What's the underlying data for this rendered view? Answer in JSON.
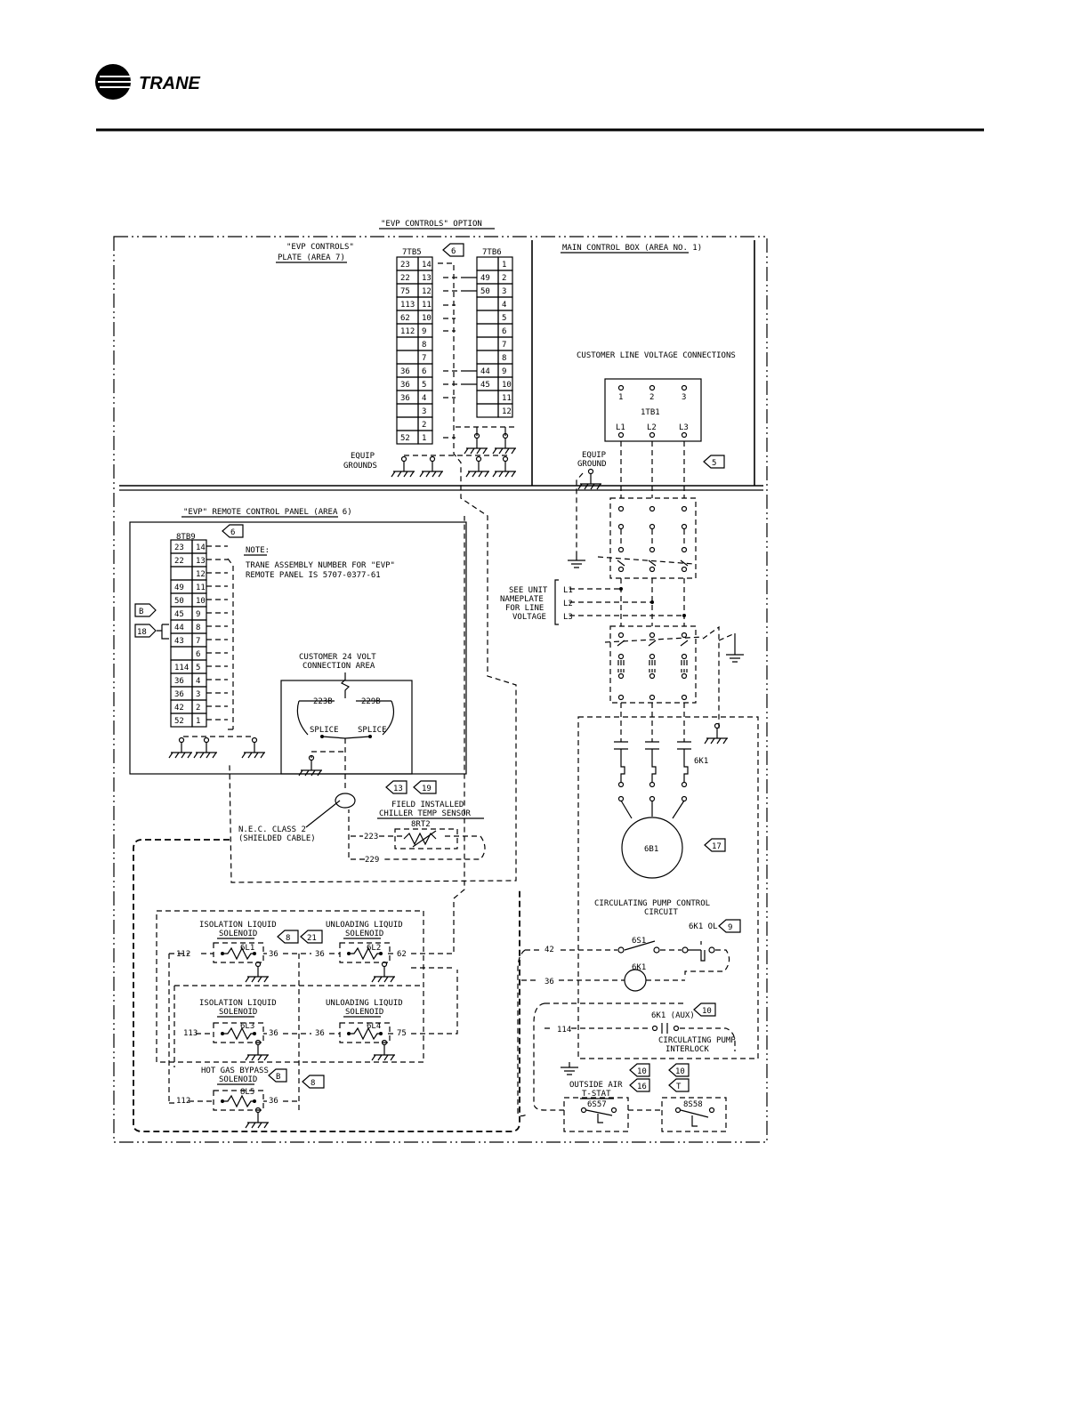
{
  "brand": {
    "name": "TRANE"
  },
  "titles": {
    "option": "\"EVP CONTROLS\" OPTION",
    "plate": "\"EVP CONTROLS\"",
    "plate_area": "PLATE (AREA 7)",
    "main_box": "MAIN CONTROL BOX (AREA NO. 1)",
    "remote_panel": "\"EVP\" REMOTE CONTROL PANEL (AREA 6)",
    "customer_line": "CUSTOMER LINE VOLTAGE CONNECTIONS",
    "customer_24v_1": "CUSTOMER 24 VOLT",
    "customer_24v_2": "CONNECTION AREA",
    "note_head": "NOTE:",
    "note_1": "TRANE ASSEMBLY NUMBER FOR \"EVP\"",
    "note_2": "REMOTE PANEL IS 5707-0377-61",
    "equip_grounds_1": "EQUIP",
    "equip_grounds_2": "GROUNDS",
    "equip_ground_1": "EQUIP",
    "equip_ground_2": "GROUND",
    "see_unit_1": "SEE UNIT",
    "see_unit_2": "NAMEPLATE",
    "see_unit_3": "FOR LINE",
    "see_unit_4": "VOLTAGE",
    "nec_1": "N.E.C. CLASS 2",
    "nec_2": "(SHIELDED CABLE)",
    "field_1": "FIELD INSTALLED",
    "field_2": "CHILLER TEMP SENSOR",
    "pump_ctrl_1": "CIRCULATING PUMP CONTROL",
    "pump_ctrl_2": "CIRCUIT",
    "pump_interlock_1": "CIRCULATING PUMP",
    "pump_interlock_2": "INTERLOCK",
    "iso_1": "ISOLATION LIQUID",
    "unl_1": "UNLOADING LIQUID",
    "solenoid": "SOLENOID",
    "hot_gas": "HOT GAS BYPASS",
    "outside_air_1": "OUTSIDE AIR",
    "outside_air_2": "T-STAT"
  },
  "tb5": {
    "label": "7TB5",
    "left": [
      "23",
      "22",
      "75",
      "113",
      "62",
      "112",
      "",
      "",
      "36",
      "36",
      "36",
      "",
      "",
      "52"
    ],
    "right": [
      "14",
      "13",
      "12",
      "11",
      "10",
      "9",
      "8",
      "7",
      "6",
      "5",
      "4",
      "3",
      "2",
      "1"
    ]
  },
  "tb6": {
    "label": "7TB6",
    "left": [
      "",
      "49",
      "50",
      "",
      "",
      "",
      "",
      "",
      "44",
      "45",
      "",
      "",
      ""
    ],
    "right": [
      "1",
      "2",
      "3",
      "4",
      "5",
      "6",
      "7",
      "8",
      "9",
      "10",
      "11",
      "12"
    ]
  },
  "tb9": {
    "label": "8TB9",
    "left": [
      "23",
      "22",
      "",
      "49",
      "50",
      "45",
      "44",
      "43",
      "",
      "114",
      "36",
      "36",
      "42",
      "52"
    ],
    "right": [
      "14",
      "13",
      "12",
      "11",
      "10",
      "9",
      "8",
      "7",
      "6",
      "5",
      "4",
      "3",
      "2",
      "1"
    ]
  },
  "tb1": {
    "label": "1TB1",
    "top": [
      "1",
      "2",
      "3"
    ],
    "bottom": [
      "L1",
      "L2",
      "L3"
    ]
  },
  "line_labels": [
    "L1",
    "L2",
    "L3"
  ],
  "wires": {
    "w223b": "223B",
    "w229b": "229B",
    "splice": "SPLICE",
    "w223": "223",
    "w229": "229",
    "w112": "112",
    "w113": "113",
    "w36": "36",
    "w62": "62",
    "w75": "75",
    "w42": "42",
    "w114": "114"
  },
  "devices": {
    "sensor": "8RT2",
    "l1": "6L1",
    "l2": "6L2",
    "l3": "6L3",
    "l4": "6L4",
    "l5": "8L5",
    "k1": "6K1",
    "motor": "6B1",
    "s1": "6S1",
    "ol": "6K1 OL",
    "aux": "6K1 (AUX)",
    "s57": "6S57",
    "s58": "8S58"
  },
  "flags": {
    "f6a": "6",
    "f6b": "6",
    "f5": "5",
    "fB": "B",
    "f18": "18",
    "f13": "13",
    "f19": "19",
    "f17": "17",
    "f9": "9",
    "f10a": "10",
    "f8a": "8",
    "f21": "21",
    "f8b": "8",
    "fB2": "B",
    "f10b": "10",
    "f10c": "10",
    "f16": "16",
    "fT": "T"
  }
}
